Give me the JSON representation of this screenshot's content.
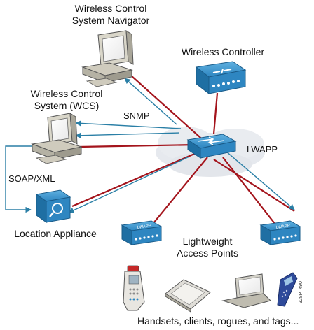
{
  "labels": {
    "navigator": [
      "Wireless Control",
      "System Navigator"
    ],
    "wcs": [
      "Wireless Control",
      "System (WCS)"
    ],
    "controller": "Wireless Controller",
    "location": "Location Appliance",
    "access_points": [
      "Lightweight",
      "Access Points"
    ],
    "devices": "Handsets, clients, rogues, and tags...",
    "snmp": "SNMP",
    "soap": "SOAP/XML",
    "lwapp": "LWAPP",
    "ap_badge": "LWAPP",
    "image_code": "328P_490"
  },
  "colors": {
    "link_red": "#a4141c",
    "protocol_blue": "#2a7fa6",
    "device_blue": "#2e86c1",
    "device_dark": "#1a5c8a",
    "cloud": "#e4e7ec"
  }
}
